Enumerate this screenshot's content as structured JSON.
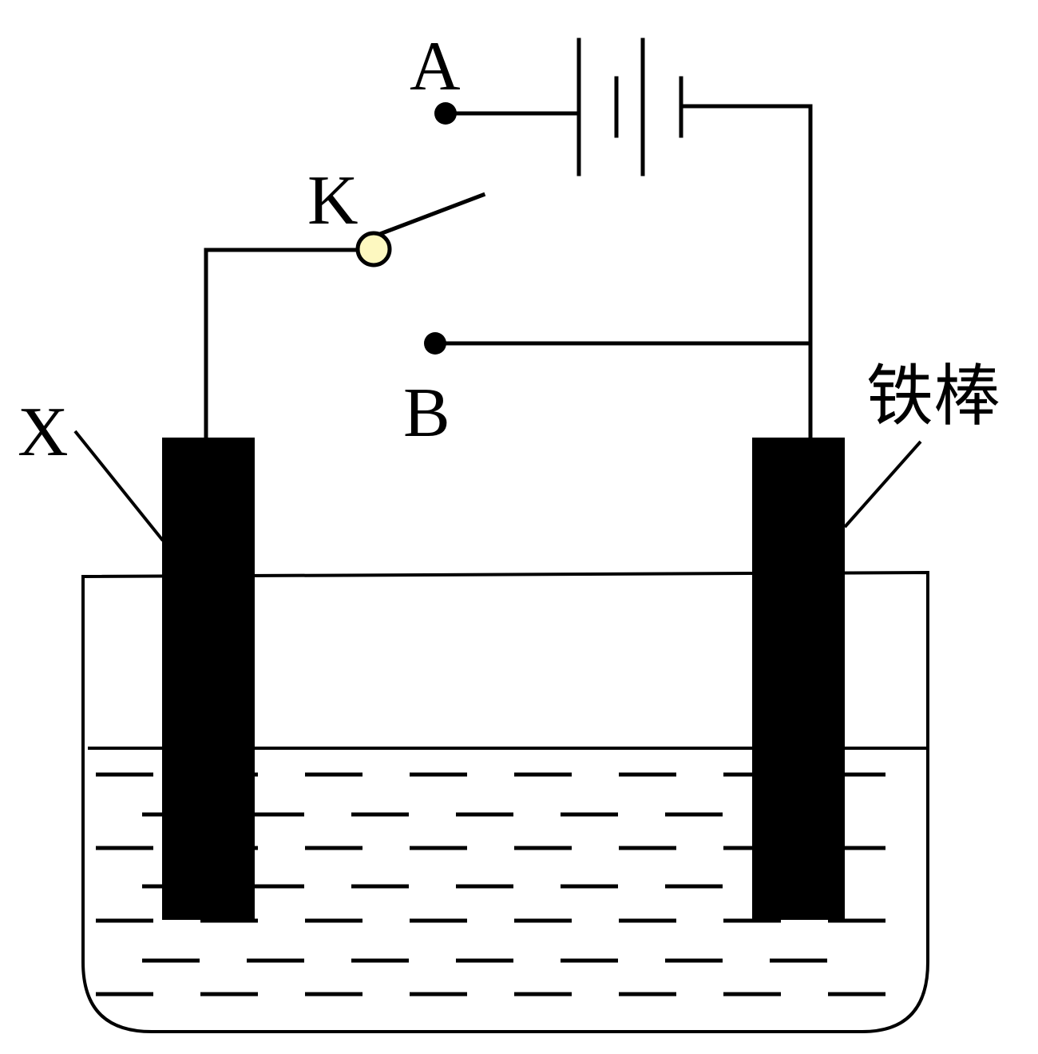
{
  "diagram": {
    "labels": {
      "terminal_a": "A",
      "terminal_b": "B",
      "switch_k": "K",
      "electrode_x": "X",
      "iron_rod": "铁棒"
    },
    "colors": {
      "line": "#000000",
      "electrode_fill": "#000000",
      "switch_pivot_fill": "#fdf8c0",
      "background": "#ffffff"
    },
    "components": {
      "battery": "battery-icon",
      "switch": "single-pole-double-throw-switch",
      "vessel": "beaker-with-electrolyte"
    }
  }
}
